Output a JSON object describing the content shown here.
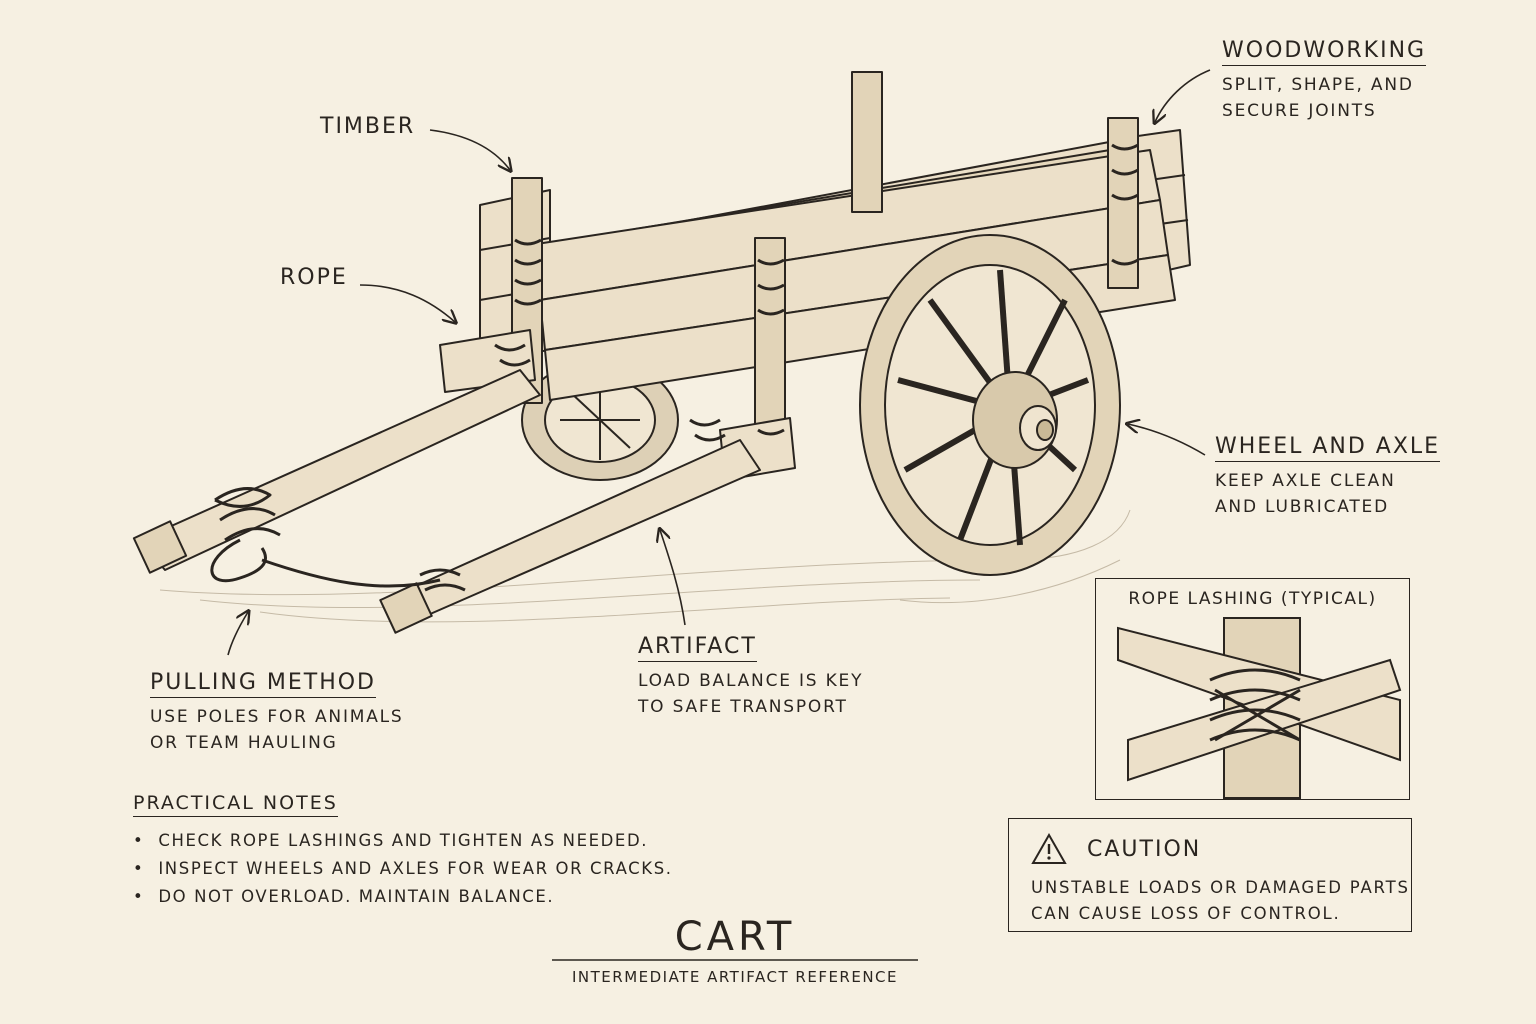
{
  "labels": {
    "timber": "TIMBER",
    "rope": "ROPE",
    "woodworking": {
      "title": "WOODWORKING",
      "lines": [
        "SPLIT, SHAPE, AND",
        "SECURE JOINTS"
      ]
    },
    "wheel_axle": {
      "title": "WHEEL AND AXLE",
      "lines": [
        "KEEP AXLE CLEAN",
        "AND LUBRICATED"
      ]
    },
    "artifact": {
      "title": "ARTIFACT",
      "lines": [
        "LOAD BALANCE IS KEY",
        "TO SAFE TRANSPORT"
      ]
    },
    "pulling": {
      "title": "PULLING METHOD",
      "lines": [
        "USE POLES FOR ANIMALS",
        "OR TEAM HAULING"
      ]
    }
  },
  "notes": {
    "title": "PRACTICAL NOTES",
    "items": [
      "CHECK ROPE LASHINGS AND TIGHTEN AS NEEDED.",
      "INSPECT WHEELS AND AXLES FOR WEAR OR CRACKS.",
      "DO NOT OVERLOAD. MAINTAIN BALANCE."
    ]
  },
  "inset": {
    "title": "ROPE LASHING (TYPICAL)"
  },
  "caution": {
    "title": "CAUTION",
    "lines": [
      "UNSTABLE LOADS OR DAMAGED PARTS",
      "CAN CAUSE LOSS OF CONTROL."
    ]
  },
  "footer": {
    "title": "CART",
    "subtitle": "INTERMEDIATE ARTIFACT REFERENCE"
  },
  "colors": {
    "ink": "#2a2520",
    "paper": "#f6f0e2",
    "wood": "#e9dcc4"
  },
  "icons": [
    "warning-triangle-icon",
    "callout-arrow"
  ]
}
